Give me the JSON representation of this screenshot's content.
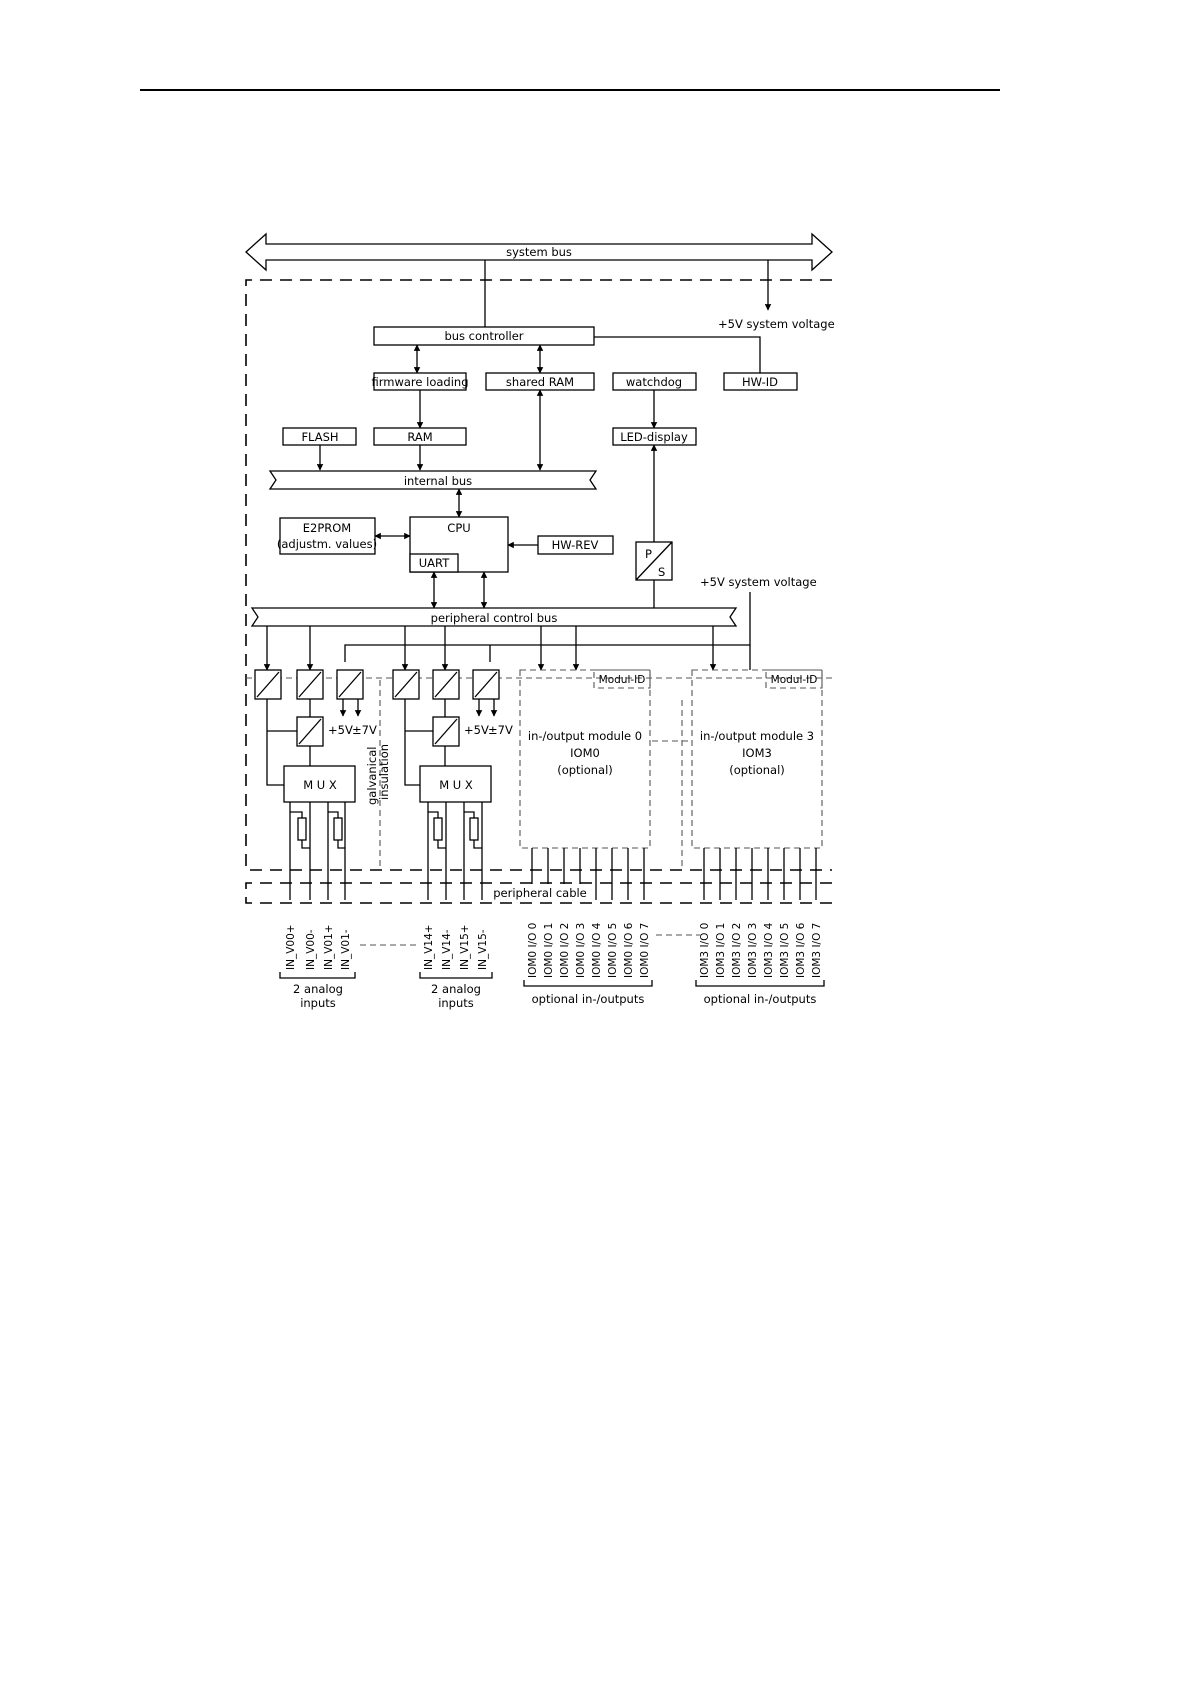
{
  "diagram": {
    "system_bus": "system bus",
    "bus_controller": "bus controller",
    "sys_voltage_top": "+5V system voltage",
    "sys_voltage_mid": "+5V system voltage",
    "firmware_loading": "firmware loading",
    "shared_ram": "shared RAM",
    "watchdog": "watchdog",
    "hw_id": "HW-ID",
    "flash": "FLASH",
    "ram": "RAM",
    "led_display": "LED-display",
    "internal_bus": "internal bus",
    "e2prom_1": "E2PROM",
    "e2prom_2": "(adjustm. values)",
    "cpu": "CPU",
    "uart": "UART",
    "hw_rev": "HW-REV",
    "ps_p": "P",
    "ps_s": "S",
    "peripheral_control_bus": "peripheral control bus",
    "plus5v_a": "+5V",
    "pm7v_a": "±7V",
    "plus5v_b": "+5V",
    "pm7v_b": "±7V",
    "mux_a": "M U X",
    "mux_b": "M U X",
    "galvanical_1": "galvanical",
    "galvanical_2": "insulation",
    "modul_id_0": "Modul-ID",
    "modul_id_3": "Modul-ID",
    "iom0_1": "in-/output module 0",
    "iom0_2": "IOM0",
    "iom0_3": "(optional)",
    "iom3_1": "in-/output module 3",
    "iom3_2": "IOM3",
    "iom3_3": "(optional)",
    "peripheral_cable": "peripheral cable",
    "analog_pins_a": [
      "IN_V00+",
      "IN_V00-",
      "IN_V01+",
      "IN_V01-"
    ],
    "analog_pins_b": [
      "IN_V14+",
      "IN_V14-",
      "IN_V15+",
      "IN_V15-"
    ],
    "iom0_pins": [
      "IOM0 I/O 0",
      "IOM0 I/O 1",
      "IOM0 I/O 2",
      "IOM0 I/O 3",
      "IOM0 I/O 4",
      "IOM0 I/O 5",
      "IOM0 I/O 6",
      "IOM0 I/O 7"
    ],
    "iom3_pins": [
      "IOM3 I/O 0",
      "IOM3 I/O 1",
      "IOM3 I/O 2",
      "IOM3 I/O 3",
      "IOM3 I/O 4",
      "IOM3 I/O 5",
      "IOM3 I/O 6",
      "IOM3 I/O 7"
    ],
    "analog_a_1": "2 analog",
    "analog_a_2": "inputs",
    "analog_b_1": "2 analog",
    "analog_b_2": "inputs",
    "optional_io_0": "optional in-/outputs",
    "optional_io_3": "optional in-/outputs"
  }
}
